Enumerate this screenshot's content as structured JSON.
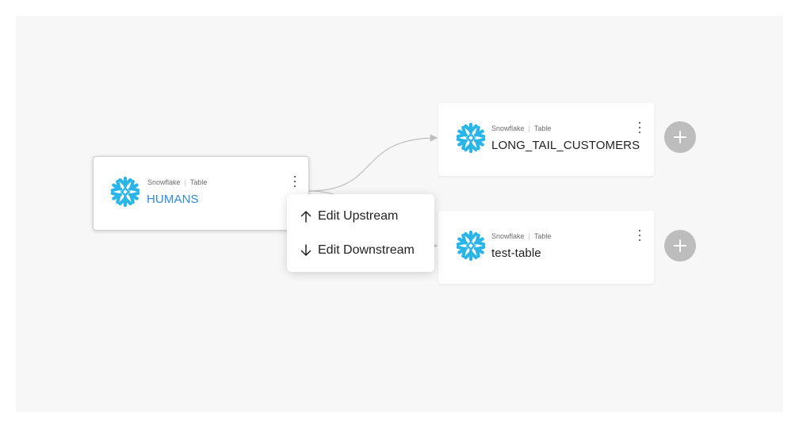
{
  "colors": {
    "canvas_bg": "#f7f7f7",
    "snowflake_brand": "#29b5e8",
    "link_blue": "#2d8be0",
    "add_button": "#bdbdbd",
    "edge": "#bfbfbf"
  },
  "nodes": {
    "humans": {
      "source": "Snowflake",
      "type": "Table",
      "name": "HUMANS",
      "logo_icon": "snowflake-logo-icon",
      "menu_icon": "kebab-menu-icon"
    },
    "long_tail": {
      "source": "Snowflake",
      "type": "Table",
      "name": "LONG_TAIL_CUSTOMERS",
      "logo_icon": "snowflake-logo-icon",
      "menu_icon": "kebab-menu-icon",
      "add_icon": "plus-icon"
    },
    "test_table": {
      "source": "Snowflake",
      "type": "Table",
      "name": "test-table",
      "logo_icon": "snowflake-logo-icon",
      "menu_icon": "kebab-menu-icon",
      "add_icon": "plus-icon"
    }
  },
  "context_menu": {
    "items": [
      {
        "label": "Edit Upstream",
        "icon": "arrow-up-icon"
      },
      {
        "label": "Edit Downstream",
        "icon": "arrow-down-icon"
      }
    ]
  }
}
